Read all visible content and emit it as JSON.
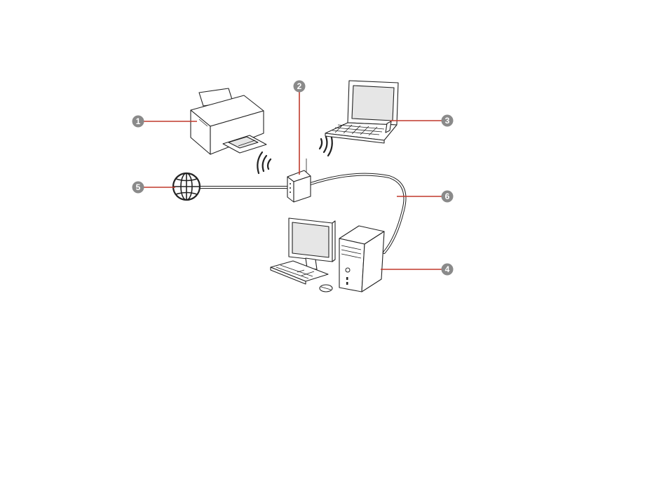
{
  "colors": {
    "leader": "#c0392b",
    "badge": "#8a8a8a",
    "background": "#ffffff"
  },
  "callouts": [
    {
      "label": "1",
      "target": "printer"
    },
    {
      "label": "2",
      "target": "wireless-router"
    },
    {
      "label": "3",
      "target": "laptop"
    },
    {
      "label": "4",
      "target": "desktop-computer"
    },
    {
      "label": "5",
      "target": "internet"
    },
    {
      "label": "6",
      "target": "ethernet-cable"
    }
  ],
  "icons": [
    "printer-icon",
    "router-icon",
    "laptop-icon",
    "desktop-computer-icon",
    "globe-icon",
    "wifi-signal-icon",
    "cable-icon"
  ]
}
